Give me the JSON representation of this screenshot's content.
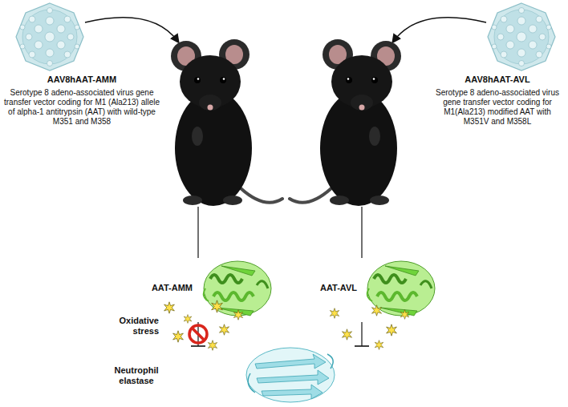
{
  "diagram": {
    "nodes": [
      {
        "text": [
          "AAV8hAAT-AMM",
          "Serotype 8 adeno-associated virus gene transfer vector coding for M1 (Ala213) allele of alpha-1 antitrypsin (AAT) with wild-type M351 and M358"
        ]
      },
      {
        "text": [
          "AAV8hAAT-AVL",
          "Serotype 8 adeno-associated virus gene transfer vector coding for M1(Ala213) modified AAT with M351V and M358L"
        ]
      },
      {
        "text": [
          "AAT-AMM"
        ]
      },
      {
        "text": [
          "AAT-AVL"
        ]
      },
      {
        "text": [
          "Neutrophil elastase"
        ]
      }
    ],
    "edges": [
      {
        "from": 2,
        "to": 4,
        "arrow": "to"
      },
      {
        "from": 3,
        "to": 4,
        "arrow": "to"
      }
    ],
    "labels": [
      "Oxidative stress"
    ]
  }
}
